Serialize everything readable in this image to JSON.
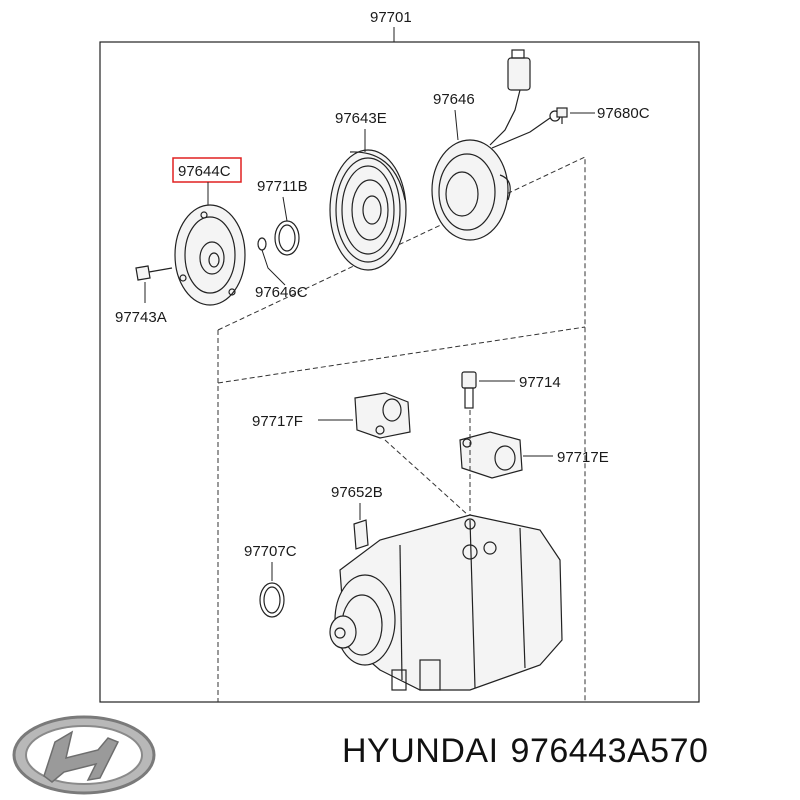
{
  "diagram": {
    "assembly_label": "97701",
    "parts": [
      {
        "id": "p-97646",
        "label": "97646"
      },
      {
        "id": "p-97680C",
        "label": "97680C"
      },
      {
        "id": "p-97643E",
        "label": "97643E"
      },
      {
        "id": "p-97644C",
        "label": "97644C",
        "highlighted": true
      },
      {
        "id": "p-97711B",
        "label": "97711B"
      },
      {
        "id": "p-97646C",
        "label": "97646C"
      },
      {
        "id": "p-97743A",
        "label": "97743A"
      },
      {
        "id": "p-97714",
        "label": "97714"
      },
      {
        "id": "p-97717F",
        "label": "97717F"
      },
      {
        "id": "p-97717E",
        "label": "97717E"
      },
      {
        "id": "p-97652B",
        "label": "97652B"
      },
      {
        "id": "p-97707C",
        "label": "97707C"
      }
    ],
    "highlight_color": "#e02020"
  },
  "brand": {
    "name": "HYUNDAI",
    "part_number": "976443A570",
    "logo_icon": "hyundai-logo"
  }
}
